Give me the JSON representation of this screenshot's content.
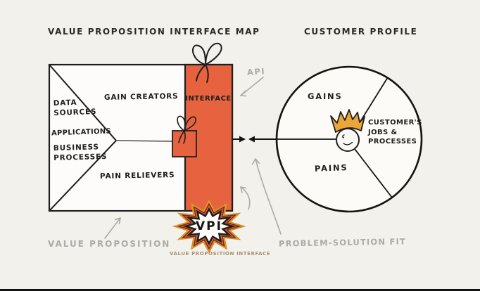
{
  "titles": {
    "left": "VALUE PROPOSITION INTERFACE MAP",
    "right": "CUSTOMER PROFILE"
  },
  "value_map": {
    "inputs": [
      "DATA SOURCES",
      "APPLICATIONS",
      "BUSINESS PROCESSES"
    ],
    "gain_creators": "GAIN CREATORS",
    "pain_relievers": "PAIN RELIEVERS",
    "interface": "INTERFACE"
  },
  "customer_profile": {
    "gains": "GAINS",
    "pains": "PAINS",
    "jobs": [
      "CUSTOMER'S",
      "JOBS &",
      "PROCESSES"
    ]
  },
  "annotations": {
    "api": "API",
    "value_proposition": "VALUE PROPOSITION",
    "problem_solution_fit": "PROBLEM-SOLUTION FIT",
    "vpi": "VPI",
    "vpi_caption": "VALUE PROPOSITION INTERFACE"
  },
  "icons": {
    "ribbon_bow": "ribbon-bow",
    "gift_box": "gift-box",
    "crown": "crown",
    "smiley_face": "smiley-face",
    "double_arrow": "two-arrows-meeting"
  },
  "colors": {
    "background": "#F2F1EC",
    "orange": "#E7633F",
    "gold": "#EBA637",
    "ink": "#1F1F1D",
    "annotation_gray": "#ABABA7",
    "caption_tan": "#A89070"
  }
}
